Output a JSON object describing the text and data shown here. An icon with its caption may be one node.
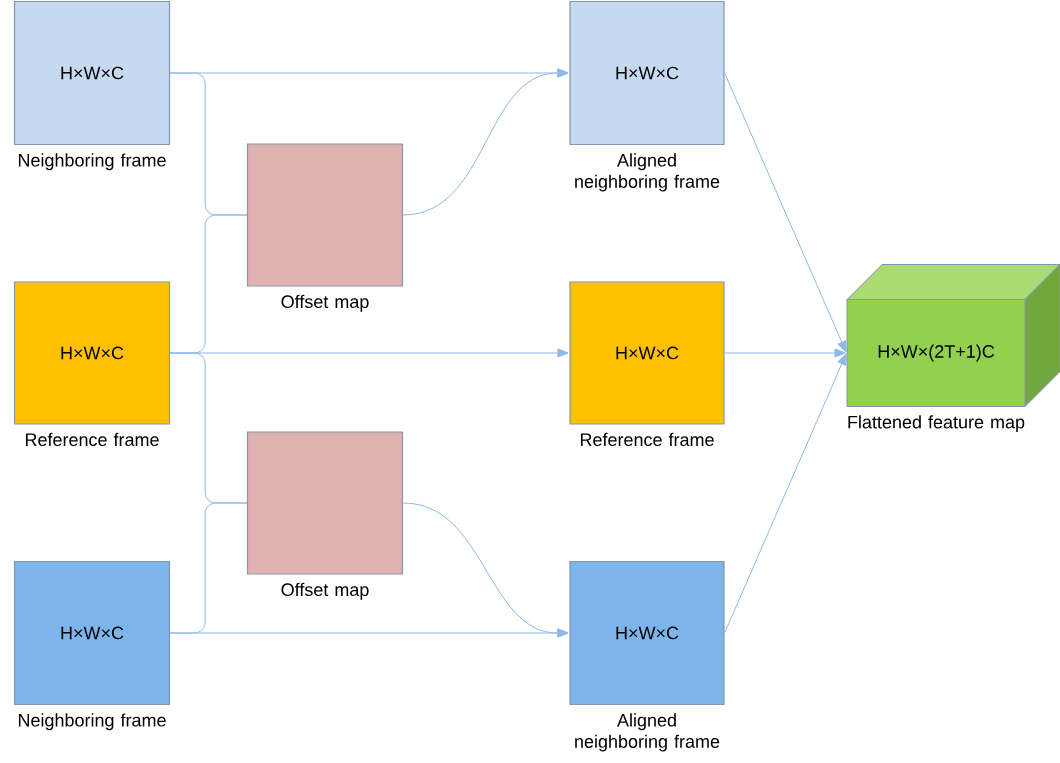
{
  "diagram": {
    "nodes": [
      {
        "text": [
          "H×W×C"
        ],
        "beside": [
          "Neighboring frame"
        ]
      },
      {
        "text": [
          "H×W×C"
        ],
        "beside": [
          "Aligned neighboring frame"
        ]
      },
      {
        "text": [],
        "shape": "box",
        "beside": [
          "Offset map"
        ]
      },
      {
        "text": [
          "H×W×(2T+1)C"
        ],
        "beside": [
          "Flattened feature map"
        ]
      },
      {
        "text": [
          "H×W×C"
        ],
        "beside": [
          "Reference frame"
        ]
      },
      {
        "text": [
          "H×W×C"
        ],
        "beside": [
          "Reference frame"
        ]
      },
      {
        "text": [],
        "shape": "box",
        "beside": [
          "Offset map"
        ]
      },
      {
        "text": [
          "H×W×C"
        ],
        "beside": [
          "Neighboring frame"
        ]
      },
      {
        "text": [
          "H×W×C"
        ],
        "beside": [
          "Aligned neighboring frame"
        ]
      }
    ],
    "edges": [
      {
        "from": 0,
        "to": 1,
        "arrow": "to"
      },
      {
        "from": 0,
        "to": 2,
        "arrow": "none"
      },
      {
        "from": 4,
        "to": 2,
        "arrow": "none"
      },
      {
        "from": 2,
        "to": 1,
        "arrow": "to"
      },
      {
        "from": 4,
        "to": 5,
        "arrow": "to"
      },
      {
        "from": 4,
        "to": 6,
        "arrow": "none"
      },
      {
        "from": 7,
        "to": 6,
        "arrow": "none"
      },
      {
        "from": 6,
        "to": 8,
        "arrow": "to"
      },
      {
        "from": 7,
        "to": 8,
        "arrow": "to"
      },
      {
        "from": 1,
        "to": 3,
        "arrow": "to"
      },
      {
        "from": 5,
        "to": 3,
        "arrow": "to"
      },
      {
        "from": 8,
        "to": 3,
        "arrow": "to"
      }
    ]
  }
}
